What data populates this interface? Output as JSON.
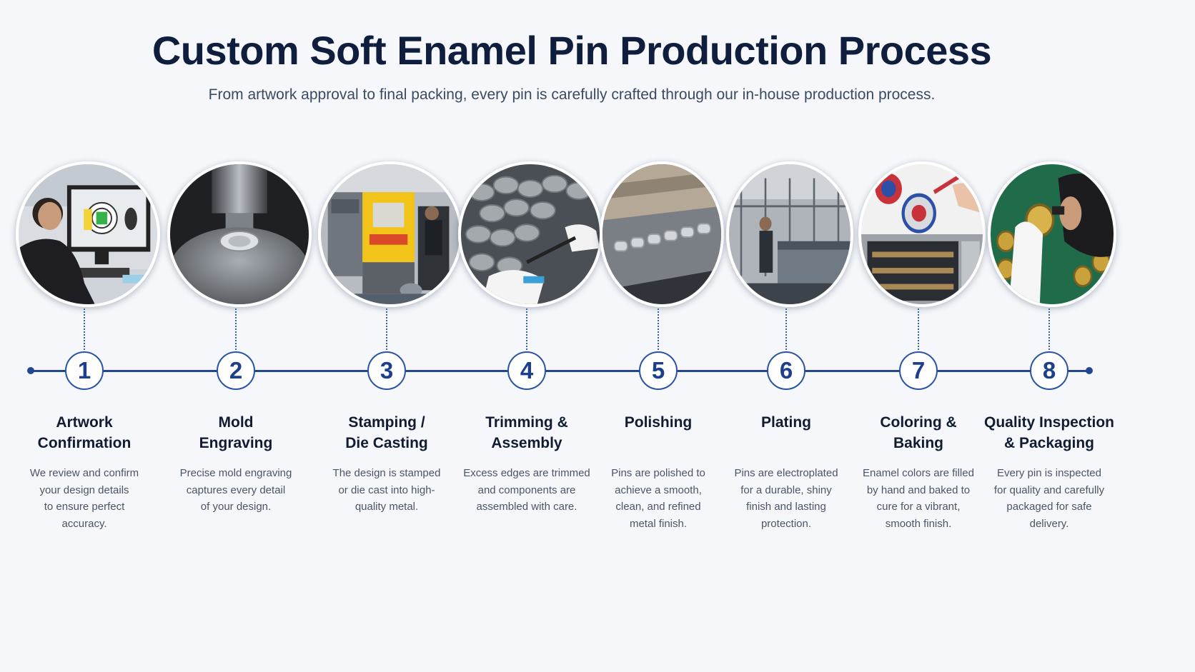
{
  "header": {
    "title": "Custom Soft Enamel Pin Production Process",
    "subtitle": "From artwork approval to final packing, every pin is carefully crafted through our in-house production process."
  },
  "steps": [
    {
      "number": "1",
      "title": "Artwork\nConfirmation",
      "description": "We review and confirm\nyour design details\nto ensure perfect\naccuracy.",
      "photo": "photo-designer-at-computer"
    },
    {
      "number": "2",
      "title": "Mold\nEngraving",
      "description": "Precise mold engraving\ncaptures every detail\nof your design.",
      "photo": "photo-engraving-machine"
    },
    {
      "number": "3",
      "title": "Stamping /\nDie Casting",
      "description": "The design is stamped\nor die cast into high-\nquality metal.",
      "photo": "photo-stamping-press"
    },
    {
      "number": "4",
      "title": "Trimming &\nAssembly",
      "description": "Excess edges are trimmed\nand components are\nassembled with care.",
      "photo": "photo-trimming-coins"
    },
    {
      "number": "5",
      "title": "Polishing",
      "description": "Pins are polished to\nachieve a smooth,\nclean, and refined\nmetal finish.",
      "photo": "photo-polishing-belt"
    },
    {
      "number": "6",
      "title": "Plating",
      "description": "Pins are electroplated\nfor a durable, shiny\nfinish and lasting\nprotection.",
      "photo": "photo-plating-line"
    },
    {
      "number": "7",
      "title": "Coloring &\nBaking",
      "description": "Enamel colors are filled\nby hand and baked to\ncure for a vibrant,\nsmooth finish.",
      "photo": "photo-coloring-oven"
    },
    {
      "number": "8",
      "title": "Quality Inspection\n& Packaging",
      "description": "Every pin is inspected\nfor quality and carefully\npackaged for safe\ndelivery.",
      "photo": "photo-inspection"
    }
  ],
  "colors": {
    "accent": "#23478f",
    "number": "#1d3f8c",
    "title": "#101e3e"
  }
}
